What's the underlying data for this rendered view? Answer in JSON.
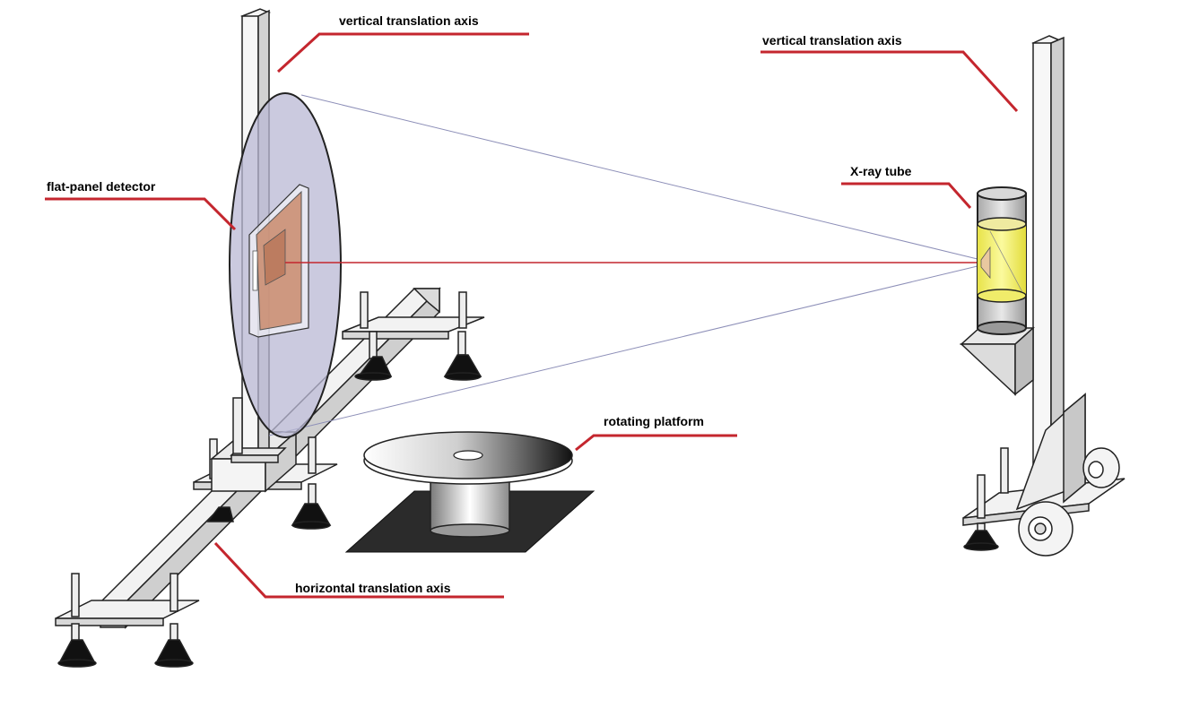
{
  "labels": {
    "vertical_axis_left": "vertical translation axis",
    "vertical_axis_right": "vertical translation axis",
    "flat_panel_detector": "flat-panel detector",
    "xray_tube": "X-ray tube",
    "rotating_platform": "rotating platform",
    "horizontal_axis": "horizontal translation axis"
  },
  "colors": {
    "leader_line": "#c4262e",
    "central_ray": "#c4262e",
    "beam_outline": "#8d8fb8",
    "detector_disc": "#b9b8d4",
    "detector_sensor": "#c98a6c",
    "xray_fluid": "#f4f06a",
    "tube_glass": "#c9c9c9",
    "base_plate": "#2b2b2b",
    "structure_fill": "#f2f2f2",
    "structure_stroke": "#222222"
  }
}
